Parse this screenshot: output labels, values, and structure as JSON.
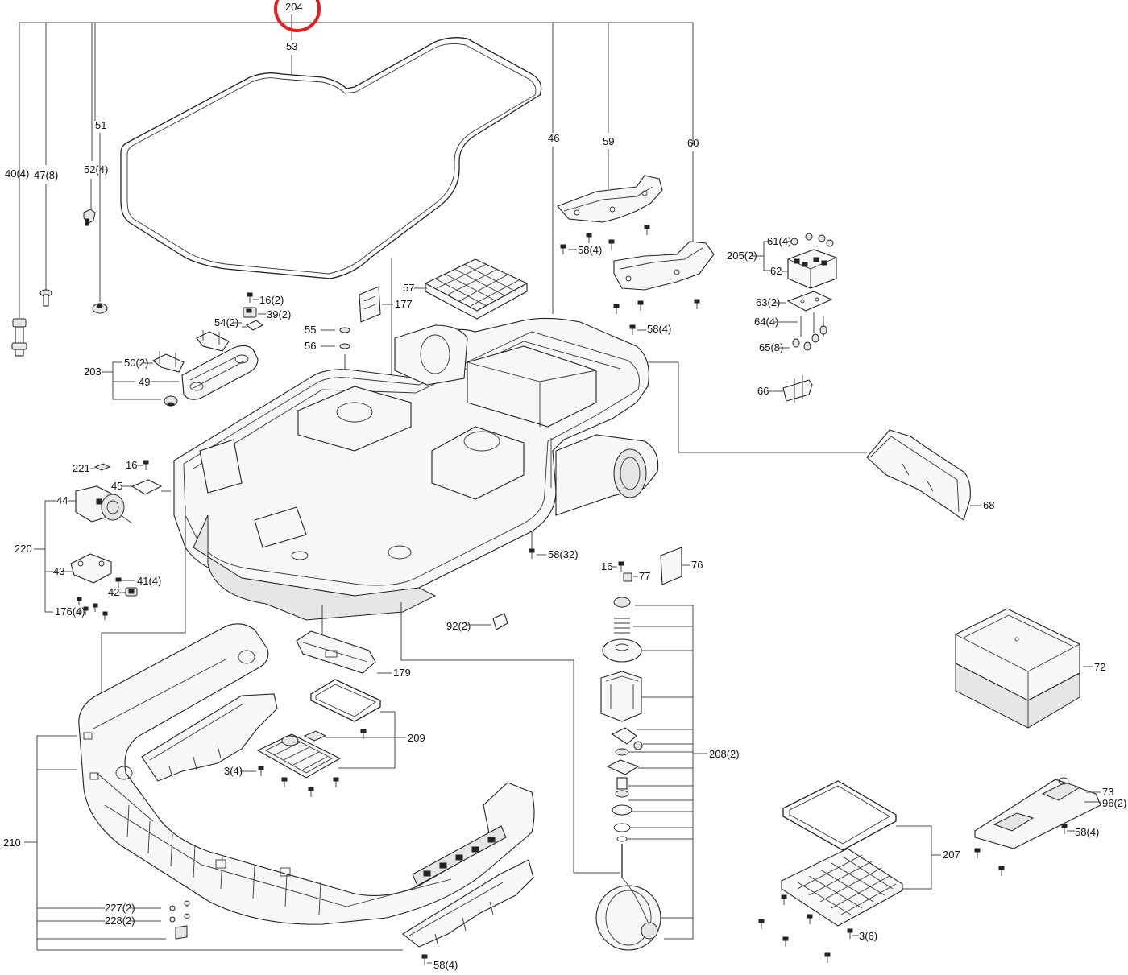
{
  "highlight_color": "#e02020",
  "labels": {
    "l204": "204",
    "l53": "53",
    "l51": "51",
    "l40_4": "40(4)",
    "l47_8": "47(8)",
    "l52_4": "52(4)",
    "l46": "46",
    "l59": "59",
    "l60": "60",
    "l61_4": "61(4)",
    "l205_2": "205(2)",
    "l62": "62",
    "l58_4a": "58(4)",
    "l57": "57",
    "l177": "177",
    "l16_2": "16(2)",
    "l39_2": "39(2)",
    "l54_2": "54(2)",
    "l55": "55",
    "l56": "56",
    "l58_4b": "58(4)",
    "l63_2": "63(2)",
    "l64_4": "64(4)",
    "l65_8": "65(8)",
    "l66": "66",
    "l203": "203",
    "l50_2": "50(2)",
    "l49": "49",
    "l221": "221",
    "l16a": "16",
    "l45": "45",
    "l44": "44",
    "l220": "220",
    "l43": "43",
    "l41_4": "41(4)",
    "l42": "42",
    "l176_4": "176(4)",
    "l68": "68",
    "l58_32": "58(32)",
    "l16b": "16",
    "l77": "77",
    "l76": "76",
    "l92_2": "92(2)",
    "l179": "179",
    "l72": "72",
    "l209": "209",
    "l208_2": "208(2)",
    "l3_4": "3(4)",
    "l210": "210",
    "l73": "73",
    "l96_2": "96(2)",
    "l58_4c": "58(4)",
    "l207": "207",
    "l227_2": "227(2)",
    "l228_2": "228(2)",
    "l3_6": "3(6)",
    "l58_4d": "58(4)"
  }
}
